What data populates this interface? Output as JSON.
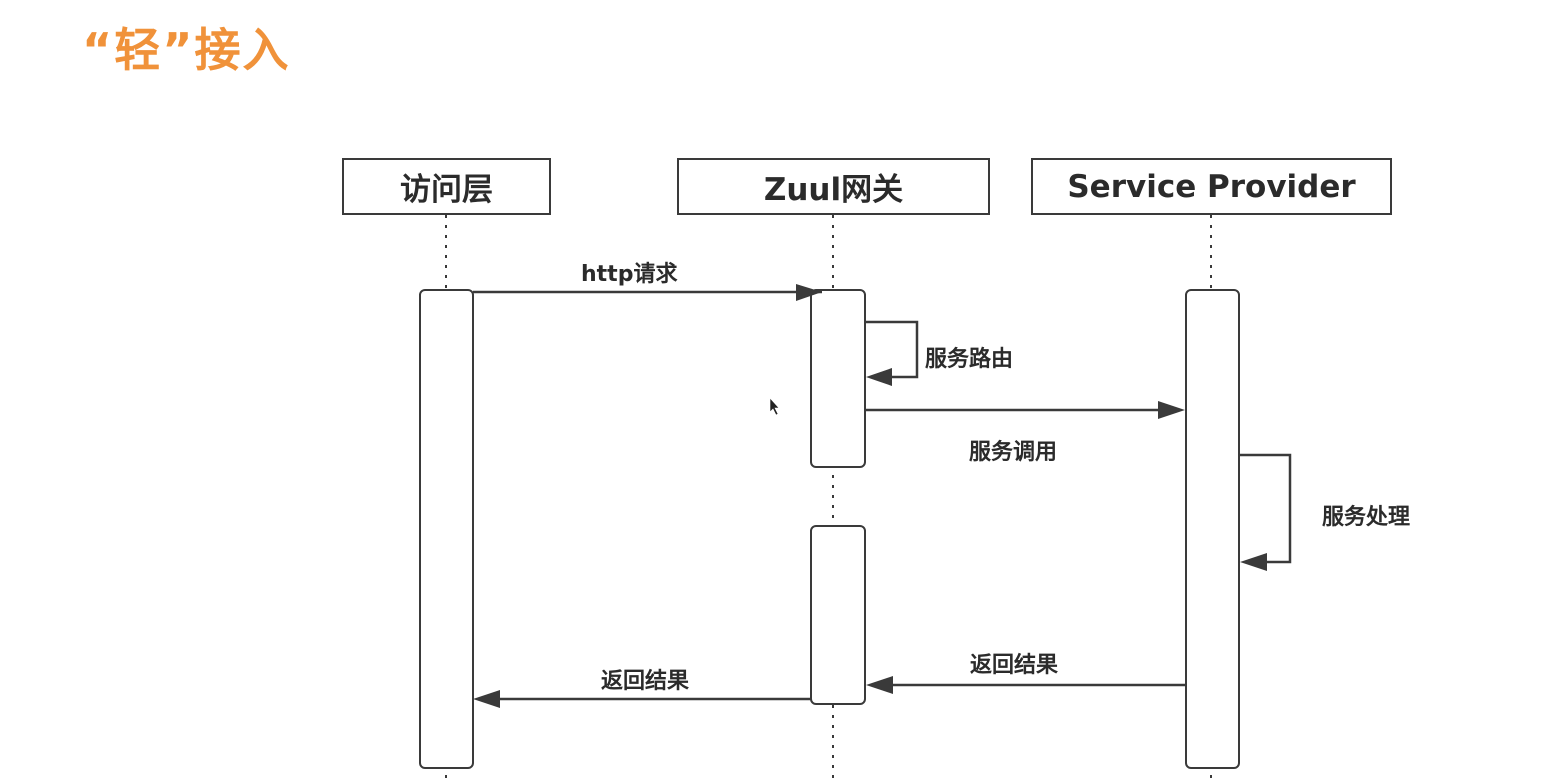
{
  "title": "“轻”接入",
  "participants": [
    {
      "id": "access",
      "label": "访问层"
    },
    {
      "id": "zuul",
      "label": "Zuul网关"
    },
    {
      "id": "provider",
      "label": "Service Provider"
    }
  ],
  "messages": {
    "http_request": "http请求",
    "service_routing": "服务路由",
    "service_call": "服务调用",
    "service_processing": "服务处理",
    "return_result_provider": "返回结果",
    "return_result_gateway": "返回结果"
  },
  "colors": {
    "title": "#f0923a",
    "line": "#3a3a3a"
  }
}
